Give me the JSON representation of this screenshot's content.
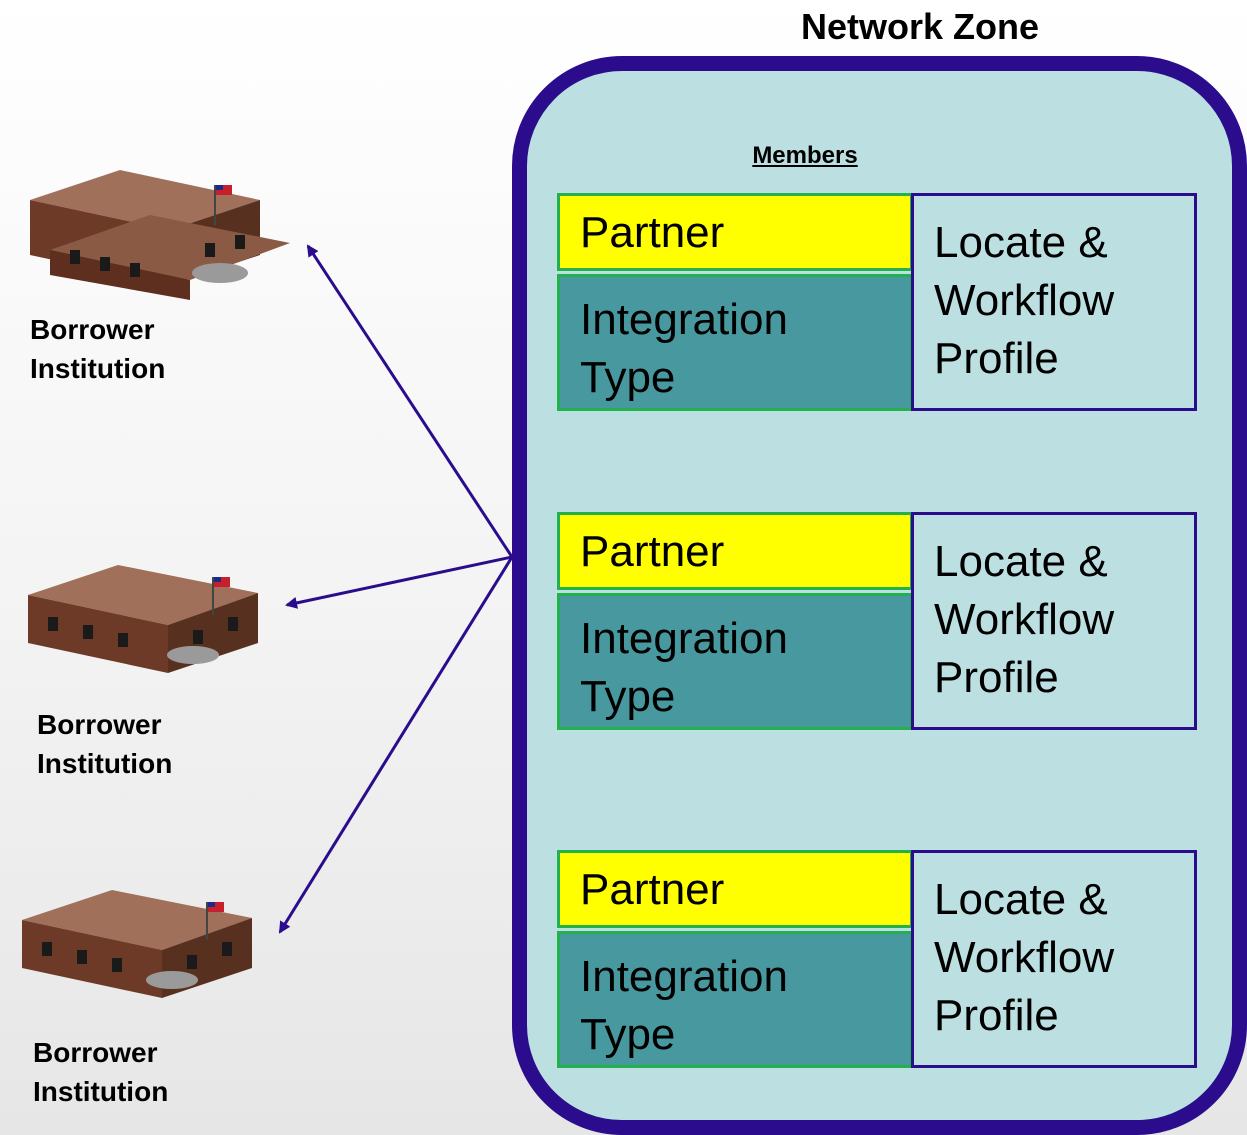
{
  "title": "Network Zone",
  "members_label": "Members",
  "members": [
    {
      "partner": "Partner",
      "integration": [
        "Integration",
        "Type"
      ],
      "profile": [
        "Locate &",
        "Workflow",
        "Profile"
      ]
    },
    {
      "partner": "Partner",
      "integration": [
        "Integration",
        "Type"
      ],
      "profile": [
        "Locate &",
        "Workflow",
        "Profile"
      ]
    },
    {
      "partner": "Partner",
      "integration": [
        "Integration",
        "Type"
      ],
      "profile": [
        "Locate &",
        "Workflow",
        "Profile"
      ]
    }
  ],
  "institutions": [
    {
      "label": [
        "Borrower",
        "Institution"
      ]
    },
    {
      "label": [
        "Borrower",
        "Institution"
      ]
    },
    {
      "label": [
        "Borrower",
        "Institution"
      ]
    }
  ],
  "colors": {
    "zone_border": "#2a0c8c",
    "zone_fill": "#bce0e2",
    "partner_fill": "#ffff00",
    "integration_fill": "#48999f",
    "box_border": "#22b14c",
    "arrow": "#2a0c8c"
  }
}
